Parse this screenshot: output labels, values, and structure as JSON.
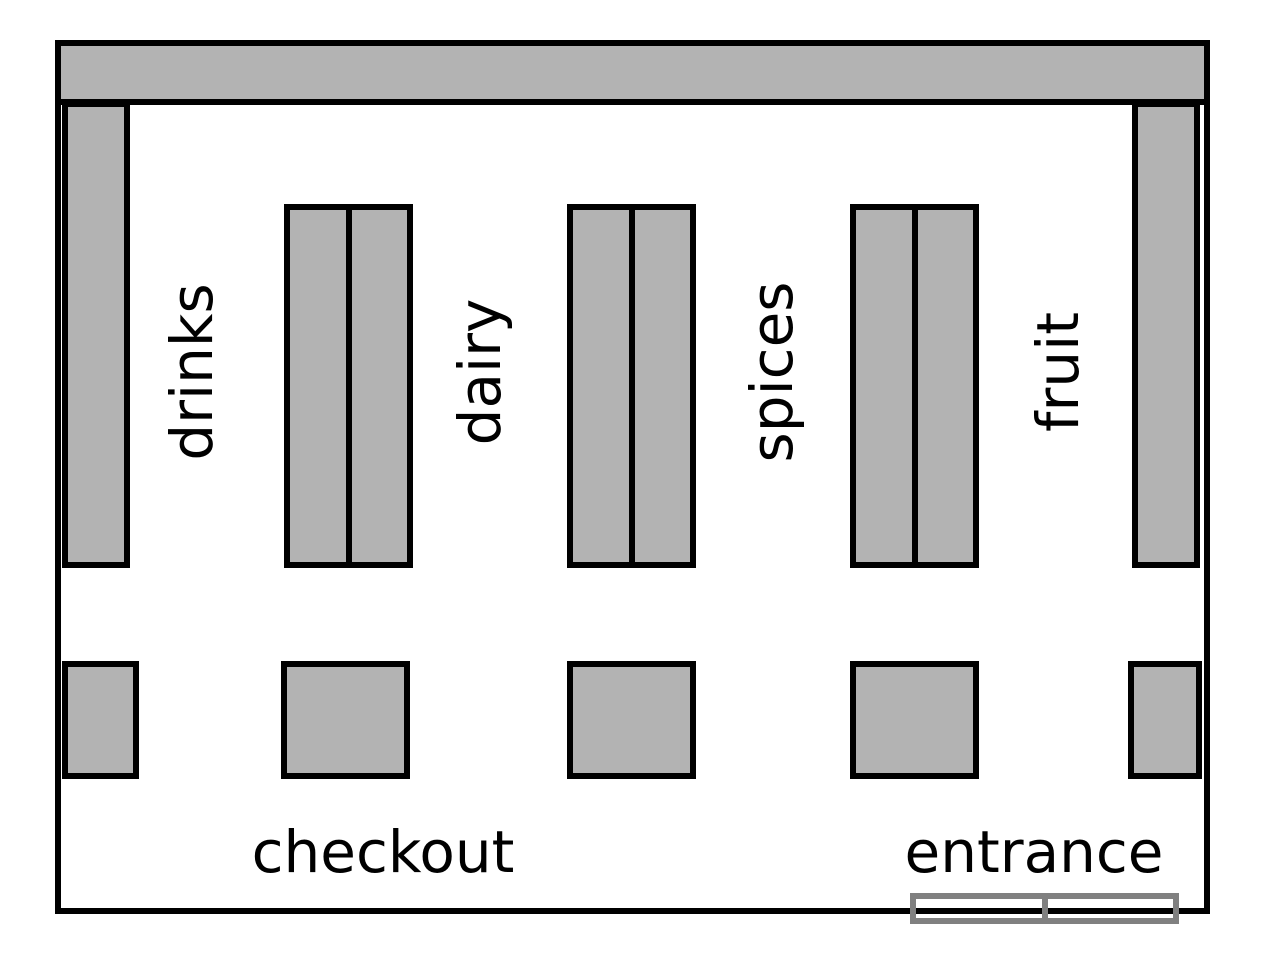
{
  "diagram": {
    "aisles": {
      "drinks": "drinks",
      "dairy": "dairy",
      "spices": "spices",
      "fruit": "fruit"
    },
    "areas": {
      "checkout": "checkout",
      "entrance": "entrance"
    }
  },
  "colors": {
    "shelf": "#b3b3b3",
    "outline": "#000000",
    "door": "#808080",
    "background": "#ffffff"
  }
}
